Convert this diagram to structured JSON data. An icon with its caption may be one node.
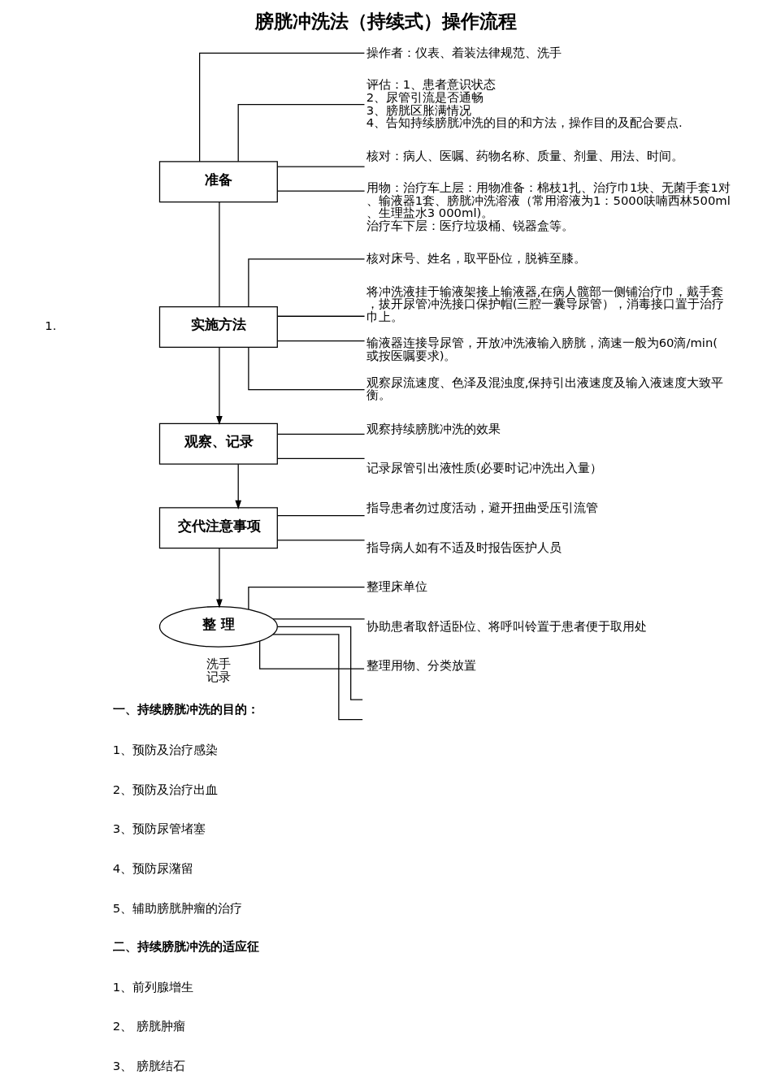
{
  "diagram": {
    "title": "膀胱冲洗法（持续式）操作流程",
    "nodes": [
      {
        "text": [
          "准备"
        ]
      },
      {
        "text": [
          "操作者：仪表、着装法律规范、洗手"
        ]
      },
      {
        "text": [
          "评估：1、患者意识状态",
          "2、尿管引流是否通畅",
          "3、膀胱区胀满情况",
          "4、告知持续膀胱冲洗的目的和方法，操作目的及配合要点."
        ]
      },
      {
        "text": [
          "核对：病人、医嘱、药物名称、质量、剂量、用法、时间。"
        ]
      },
      {
        "text": [
          "用物：治疗车上层：用物准备：棉枝1扎、治疗巾1块、无菌手套1对、输液器1套、膀胱冲洗溶液（常用溶液为1：5000呋喃西林500ml、生理盐水3 000ml)。",
          "治疗车下层：医疗垃圾桶、锐器盒等。"
        ]
      },
      {
        "text": [
          "实施方法"
        ]
      },
      {
        "text": [
          "核对床号、姓名，取平卧位，脱裤至膝。"
        ]
      },
      {
        "text": [
          "将冲洗液挂于输液架接上输液器,在病人髋部一侧铺治疗巾，戴手套，拔开尿管冲洗接口保护帽(三腔一囊导尿管），消毒接口置于治疗巾上。"
        ]
      },
      {
        "text": [
          "输液器连接导尿管，开放冲洗液输入膀胱，滴速一般为60滴/min(或按医嘱要求)。"
        ]
      },
      {
        "text": [
          "观察尿流速度、色泽及混浊度,保持引出液速度及输入液速度大致平衡。"
        ]
      },
      {
        "text": [
          "观察、记录"
        ]
      },
      {
        "text": [
          "观察持续膀胱冲洗的效果"
        ]
      },
      {
        "text": [
          "记录尿管引出液性质(必要时记冲洗出入量）"
        ]
      },
      {
        "text": [
          "交代注意事项"
        ]
      },
      {
        "text": [
          "指导患者勿过度活动，避开扭曲受压引流管"
        ]
      },
      {
        "text": [
          "指导病人如有不适及时报告医护人员"
        ]
      },
      {
        "text": [
          "整 理"
        ],
        "beside": [
          "洗手",
          "记录"
        ]
      },
      {
        "text": [
          "整理床单位"
        ]
      },
      {
        "text": [
          "协助患者取舒适卧位、将呼叫铃置于患者便于取用处"
        ]
      },
      {
        "text": [
          "整理用物、分类放置"
        ]
      }
    ],
    "edges": [
      {
        "from": 0,
        "to": 1,
        "arrow": "none"
      },
      {
        "from": 0,
        "to": 2,
        "arrow": "none"
      },
      {
        "from": 0,
        "to": 3,
        "arrow": "none"
      },
      {
        "from": 0,
        "to": 4,
        "arrow": "none"
      },
      {
        "from": 0,
        "to": 5,
        "arrow": "none"
      },
      {
        "from": 5,
        "to": 6,
        "arrow": "none"
      },
      {
        "from": 5,
        "to": 7,
        "arrow": "none"
      },
      {
        "from": 5,
        "to": 8,
        "arrow": "none"
      },
      {
        "from": 5,
        "to": 9,
        "arrow": "none"
      },
      {
        "from": 5,
        "to": 10,
        "arrow": "to"
      },
      {
        "from": 10,
        "to": 11,
        "arrow": "none"
      },
      {
        "from": 10,
        "to": 12,
        "arrow": "none"
      },
      {
        "from": 10,
        "to": 13,
        "arrow": "to"
      },
      {
        "from": 13,
        "to": 14,
        "arrow": "none"
      },
      {
        "from": 13,
        "to": 15,
        "arrow": "none"
      },
      {
        "from": 13,
        "to": 16,
        "arrow": "to"
      },
      {
        "from": 16,
        "to": 17,
        "arrow": "none"
      },
      {
        "from": 16,
        "to": 18,
        "arrow": "none"
      },
      {
        "from": 16,
        "to": 19,
        "arrow": "none"
      },
      {
        "from": 16,
        "to": null,
        "arrow": "none"
      },
      {
        "from": 16,
        "to": null,
        "arrow": "none"
      }
    ],
    "labels": [
      "1.",
      "一、持续膀胱冲洗的目的：",
      "1、预防及治疗感染",
      "2、预防及治疗出血",
      "3、预防尿管堵塞",
      "4、预防尿潴留",
      "5、辅助膀胱肿瘤的治疗",
      "二、持续膀胱冲洗的适应征",
      "1、前列腺增生",
      "2、 膀胱肿瘤",
      "3、 膀胱结石"
    ]
  }
}
